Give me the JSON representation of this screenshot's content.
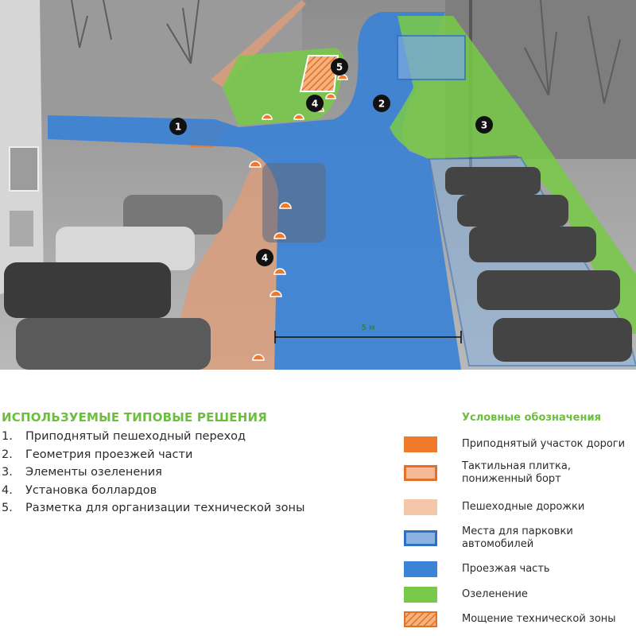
{
  "markers": {
    "m1": "1",
    "m2": "2",
    "m3": "3",
    "m4a": "4",
    "m4b": "4",
    "m5": "5"
  },
  "dimension_label": "5 м",
  "solutions": {
    "title": "ИСПОЛЬЗУЕМЫЕ ТИПОВЫЕ РЕШЕНИЯ",
    "items": [
      {
        "num": "1.",
        "text": "Приподнятый пешеходный переход"
      },
      {
        "num": "2.",
        "text": "Геометрия проезжей части"
      },
      {
        "num": "3.",
        "text": "Элементы озеленения"
      },
      {
        "num": "4.",
        "text": "Установка боллардов"
      },
      {
        "num": "5.",
        "text": "Разметка для организации технической зоны"
      }
    ]
  },
  "legend": {
    "title": "Условные обозначения",
    "items": [
      {
        "label": "Приподнятый участок дороги"
      },
      {
        "label": "Тактильная плитка, пониженный борт"
      },
      {
        "label": "Пешеходные дорожки"
      },
      {
        "label": "Места для парковки автомобилей"
      },
      {
        "label": "Проезжая часть"
      },
      {
        "label": "Озеленение"
      },
      {
        "label": "Мощение технической зоны"
      }
    ]
  },
  "colors": {
    "accent_green": "#6bbf3d",
    "raised_road": "#f07a2b",
    "tactile": "#f6b998",
    "tactile_border": "#e0702a",
    "pedestrian": "#f4c6aa",
    "parking": "#8ab3e0",
    "parking_border": "#2f6fc4",
    "roadway": "#3c82d6",
    "greenery": "#79c84a",
    "technical": "#f08a43"
  }
}
